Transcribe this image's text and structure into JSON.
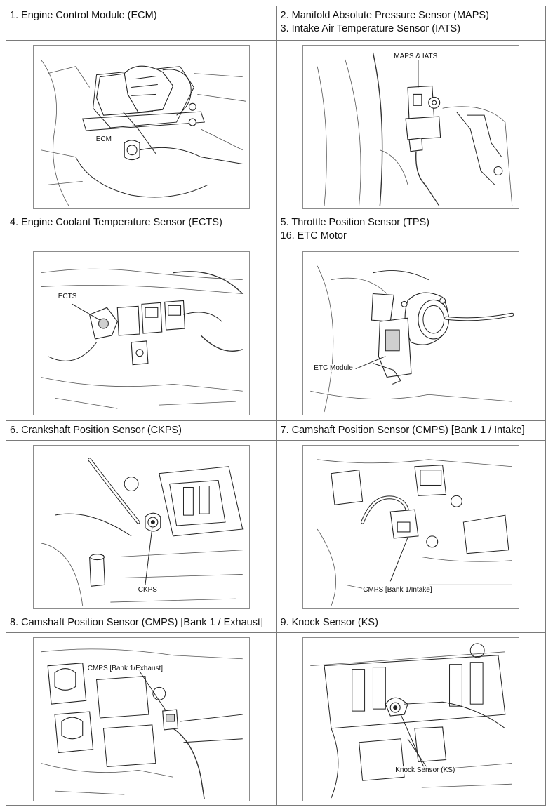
{
  "rows": [
    {
      "left": {
        "lines": [
          "1. Engine Control Module (ECM)"
        ],
        "callout": "ECM",
        "icon": "ecm-diagram"
      },
      "right": {
        "lines": [
          "2. Manifold Absolute Pressure Sensor (MAPS)",
          "3. Intake Air Temperature Sensor (IATS)"
        ],
        "callout": "MAPS & IATS",
        "icon": "maps-iats-diagram"
      }
    },
    {
      "left": {
        "lines": [
          "4. Engine Coolant Temperature Sensor (ECTS)"
        ],
        "callout": "ECTS",
        "icon": "ects-diagram"
      },
      "right": {
        "lines": [
          "5. Throttle Position Sensor (TPS)",
          "16. ETC Motor"
        ],
        "callout": "ETC Module",
        "icon": "etc-diagram"
      }
    },
    {
      "left": {
        "lines": [
          "6. Crankshaft Position Sensor (CKPS)"
        ],
        "callout": "CKPS",
        "icon": "ckps-diagram"
      },
      "right": {
        "lines": [
          "7. Camshaft Position Sensor (CMPS) [Bank 1 / Intake]"
        ],
        "callout": "CMPS [Bank 1/Intake]",
        "icon": "cmps-intake-diagram"
      }
    },
    {
      "left": {
        "lines": [
          "8. Camshaft Position Sensor (CMPS) [Bank 1 / Exhaust]"
        ],
        "callout": "CMPS [Bank 1/Exhaust]",
        "icon": "cmps-exhaust-diagram"
      },
      "right": {
        "lines": [
          "9. Knock Sensor (KS)"
        ],
        "callout": "Knock Sensor (KS)",
        "icon": "knock-sensor-diagram"
      }
    }
  ]
}
